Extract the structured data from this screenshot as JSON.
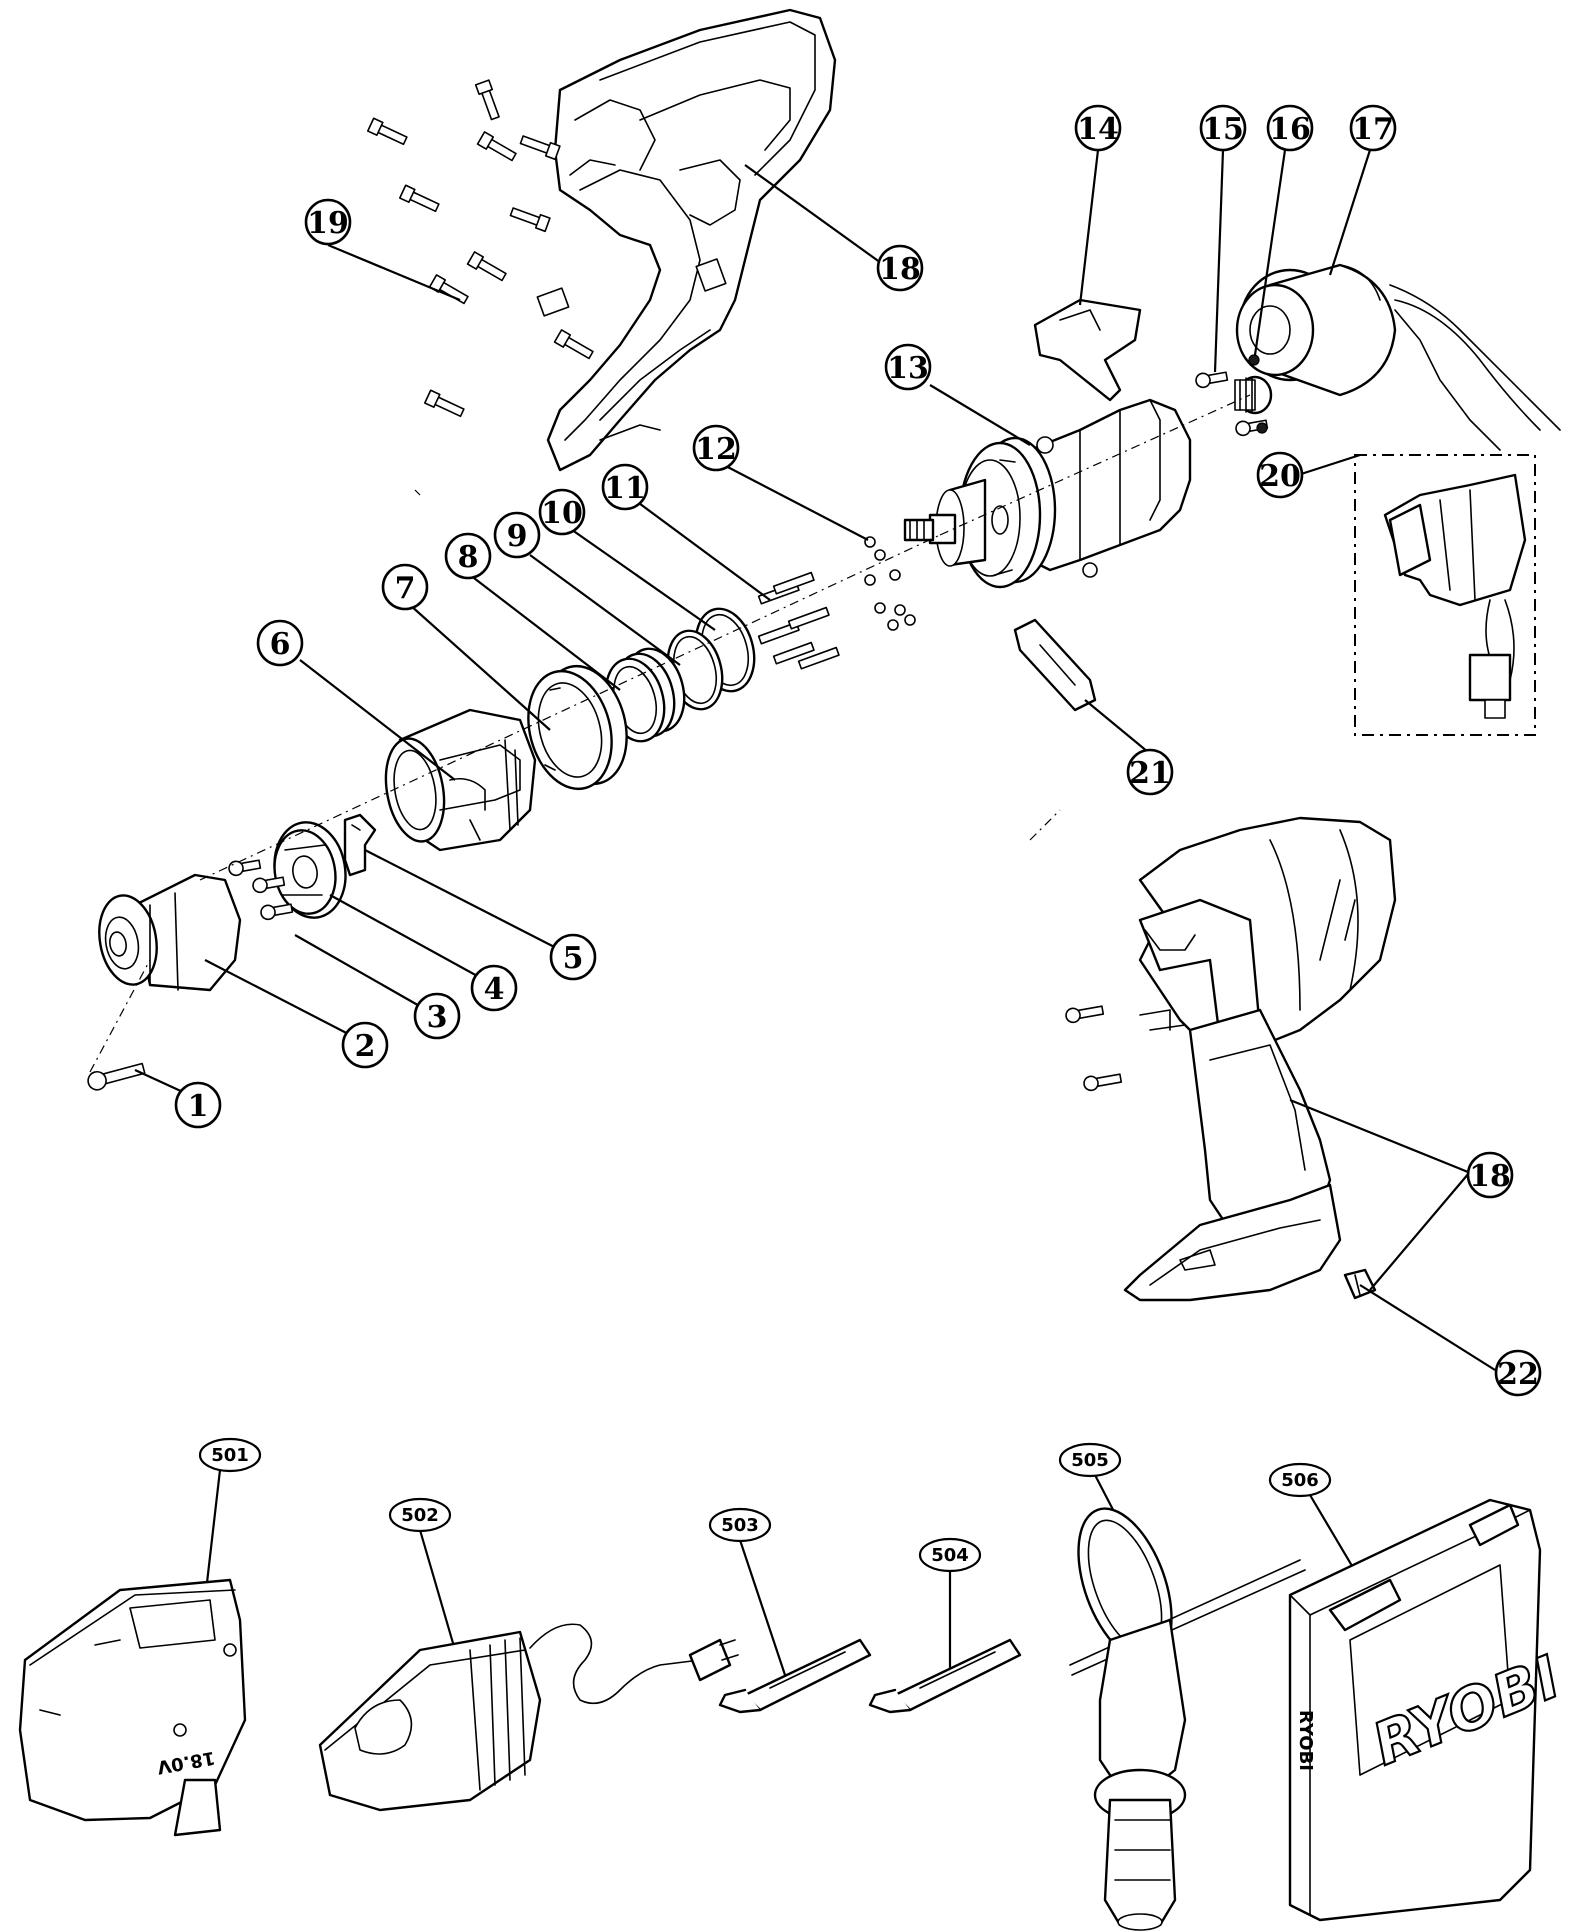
{
  "callouts": {
    "c1": "1",
    "c2": "2",
    "c3": "3",
    "c4": "4",
    "c5": "5",
    "c6": "6",
    "c7": "7",
    "c8": "8",
    "c9": "9",
    "c10": "10",
    "c11": "11",
    "c12": "12",
    "c13": "13",
    "c14": "14",
    "c15": "15",
    "c16": "16",
    "c17": "17",
    "c18a": "18",
    "c18b": "18",
    "c19": "19",
    "c20": "20",
    "c21": "21",
    "c22": "22",
    "c501": "501",
    "c502": "502",
    "c503": "503",
    "c504": "504",
    "c505": "505",
    "c506": "506"
  },
  "markings": {
    "battery_voltage": "18.0V",
    "case_brand": "RYOBI",
    "case_side_brand": "RYOBI"
  }
}
